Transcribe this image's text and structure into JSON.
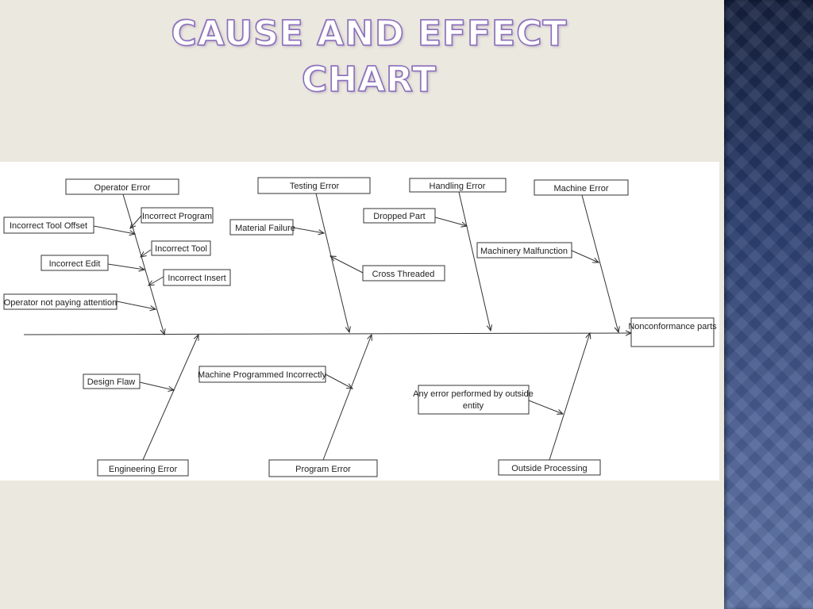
{
  "slide": {
    "title": "CAUSE AND EFFECT CHART"
  },
  "diagram": {
    "effect": "Nonconformance parts",
    "categories": {
      "operator": "Operator Error",
      "testing": "Testing Error",
      "handling": "Handling Error",
      "machine": "Machine Error",
      "engineering": "Engineering Error",
      "program": "Program Error",
      "outside": "Outside Processing"
    },
    "causes": {
      "incorrect_program": "Incorrect Program",
      "incorrect_tool_offset": "Incorrect Tool Offset",
      "incorrect_tool": "Incorrect Tool",
      "incorrect_edit": "Incorrect Edit",
      "incorrect_insert": "Incorrect Insert",
      "operator_not_paying_attention": "Operator not paying attention",
      "material_failure": "Material Failure",
      "cross_threaded": "Cross Threaded",
      "dropped_part": "Dropped Part",
      "machinery_malfunction": "Machinery Malfunction",
      "design_flaw": "Design Flaw",
      "machine_programmed_incorrectly": "Machine Programmed Incorrectly",
      "outside_entity_line1": "Any error performed by outside",
      "outside_entity_line2": "entity"
    }
  }
}
